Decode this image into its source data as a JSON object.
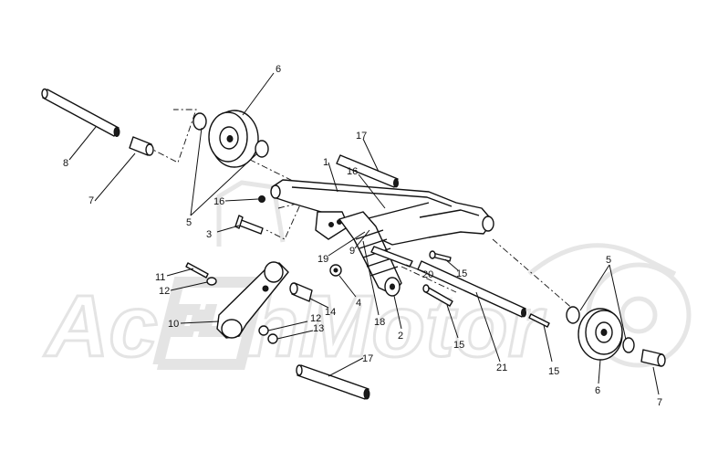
{
  "watermark": {
    "text": "Ac\u0010hMotor"
  },
  "callouts": [
    {
      "id": "c6a",
      "text": "6"
    },
    {
      "id": "c8",
      "text": "8"
    },
    {
      "id": "c7a",
      "text": "7"
    },
    {
      "id": "c5a",
      "text": "5"
    },
    {
      "id": "c16a",
      "text": "16"
    },
    {
      "id": "c3",
      "text": "3"
    },
    {
      "id": "c17a",
      "text": "17"
    },
    {
      "id": "c16b",
      "text": "16"
    },
    {
      "id": "c1",
      "text": "1"
    },
    {
      "id": "c19",
      "text": "19"
    },
    {
      "id": "c9",
      "text": "9"
    },
    {
      "id": "c20",
      "text": "20"
    },
    {
      "id": "c15a",
      "text": "15"
    },
    {
      "id": "c11",
      "text": "11"
    },
    {
      "id": "c12a",
      "text": "12"
    },
    {
      "id": "c4",
      "text": "4"
    },
    {
      "id": "c14",
      "text": "14"
    },
    {
      "id": "c10",
      "text": "10"
    },
    {
      "id": "c12b",
      "text": "12"
    },
    {
      "id": "c13",
      "text": "13"
    },
    {
      "id": "c18",
      "text": "18"
    },
    {
      "id": "c2",
      "text": "2"
    },
    {
      "id": "c15b",
      "text": "15"
    },
    {
      "id": "c21",
      "text": "21"
    },
    {
      "id": "c15c",
      "text": "15"
    },
    {
      "id": "c17b",
      "text": "17"
    },
    {
      "id": "c5b",
      "text": "5"
    },
    {
      "id": "c6b",
      "text": "6"
    },
    {
      "id": "c7b",
      "text": "7"
    }
  ]
}
